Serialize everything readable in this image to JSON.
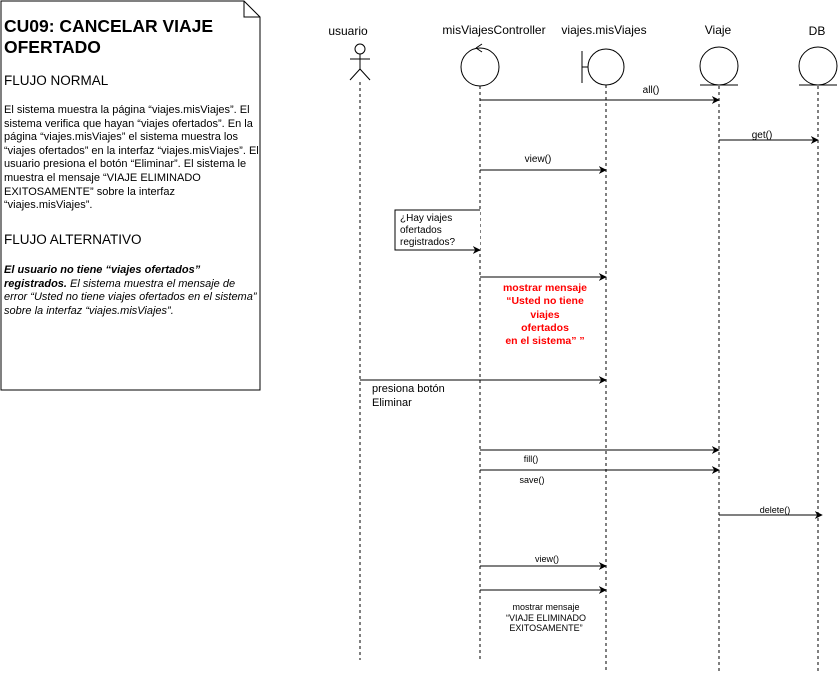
{
  "note": {
    "title": "CU09: CANCELAR VIAJE OFERTADO",
    "normal_heading": "FLUJO NORMAL",
    "normal_text": "El sistema muestra la página “viajes.misViajes”. El sistema verifica que hayan “viajes ofertados”. En la página “viajes.misViajes” el sistema muestra los “viajes ofertados” en la interfaz “viajes.misViajes”. El usuario presiona el botón “Eliminar”. El sistema le muestra el mensaje “VIAJE ELIMINADO EXITOSAMENTE” sobre la interfaz “viajes.misViajes”.",
    "alt_heading": "FLUJO ALTERNATIVO",
    "alt_bold": "El usuario no tiene “viajes ofertados” registrados.",
    "alt_text": " El sistema muestra el mensaje de error “Usted no tiene viajes ofertados  en el sistema” sobre la interfaz “viajes.misViajes”."
  },
  "participants": [
    {
      "name": "usuario",
      "kind": "actor"
    },
    {
      "name": "misViajesController",
      "kind": "control"
    },
    {
      "name": "viajes.misViajes",
      "kind": "boundary"
    },
    {
      "name": "Viaje",
      "kind": "entity"
    },
    {
      "name": "DB",
      "kind": "entity"
    }
  ],
  "messages": {
    "all": "all()",
    "get": "get()",
    "view1": "view()",
    "fill": "fill()",
    "save": "save()",
    "delete": "delete()",
    "view2": "view()"
  },
  "condition": "¿Hay viajes\nofertados\nregistrados?",
  "error_message": "mostrar mensaje\n“Usted no tiene\nviajes\nofertados\nen el sistema” ”",
  "press_label": "presiona botón\nEliminar",
  "success_message": "mostrar mensaje\n“VIAJE ELIMINADO\nEXITOSAMENTE”",
  "colors": {
    "error_text": "#ff0000",
    "line": "#000000"
  }
}
